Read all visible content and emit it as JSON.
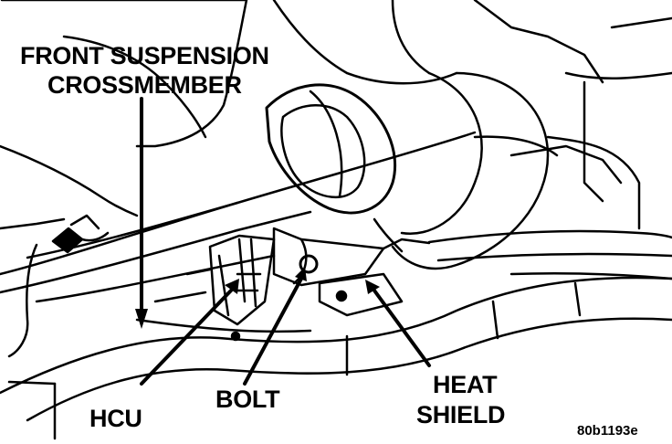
{
  "labels": {
    "crossmember_line1": "FRONT SUSPENSION",
    "crossmember_line2": "CROSSMEMBER",
    "hcu": "HCU",
    "bolt": "BOLT",
    "heat_shield_line1": "HEAT",
    "heat_shield_line2": "SHIELD"
  },
  "figure_id": "80b1193e",
  "colors": {
    "ink": "#000000",
    "paper": "#ffffff"
  }
}
